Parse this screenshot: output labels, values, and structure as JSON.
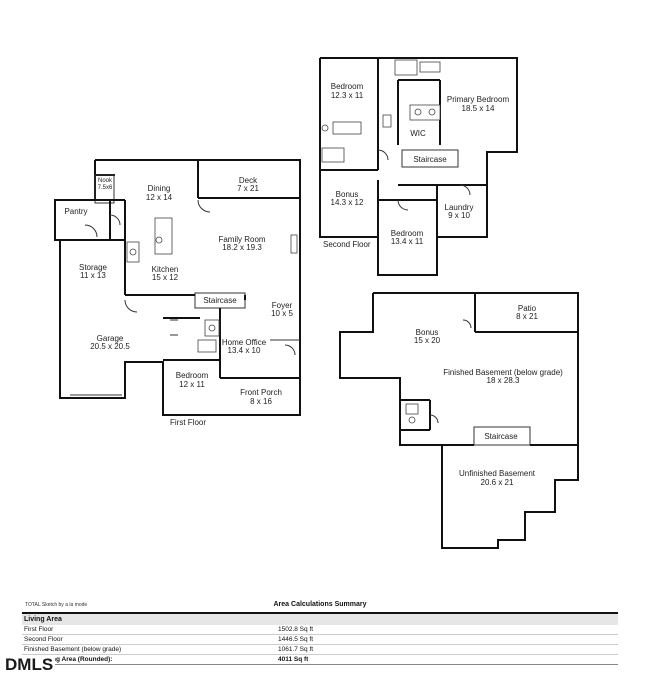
{
  "first_floor": {
    "floor_label": "First Floor",
    "rooms": [
      {
        "name": "Nook",
        "dims": "7.5x6"
      },
      {
        "name": "Dining",
        "dims": "12 x 14"
      },
      {
        "name": "Deck",
        "dims": "7 x 21"
      },
      {
        "name": "Pantry",
        "dims": ""
      },
      {
        "name": "Family Room",
        "dims": "18.2 x 19.3"
      },
      {
        "name": "Storage",
        "dims": "11 x 13"
      },
      {
        "name": "Kitchen",
        "dims": "15 x 12"
      },
      {
        "name": "Staircase",
        "dims": ""
      },
      {
        "name": "Foyer",
        "dims": "10 x 5"
      },
      {
        "name": "Garage",
        "dims": "20.5 x 20.5"
      },
      {
        "name": "Home Office",
        "dims": "13.4 x 10"
      },
      {
        "name": "Bedroom",
        "dims": "12 x 11"
      },
      {
        "name": "Front Porch",
        "dims": "8 x 16"
      }
    ]
  },
  "second_floor": {
    "floor_label": "Second Floor",
    "rooms": [
      {
        "name": "Bedroom",
        "dims": "12.3 x 11"
      },
      {
        "name": "Primary Bedroom",
        "dims": "18.5 x 14"
      },
      {
        "name": "WIC",
        "dims": ""
      },
      {
        "name": "Staircase",
        "dims": ""
      },
      {
        "name": "Bonus",
        "dims": "14.3 x 12"
      },
      {
        "name": "Laundry",
        "dims": "9 x 10"
      },
      {
        "name": "Bedroom",
        "dims": "13.4 x 11"
      }
    ]
  },
  "basement": {
    "rooms": [
      {
        "name": "Patio",
        "dims": "8 x 21"
      },
      {
        "name": "Bonus",
        "dims": "15 x 20"
      },
      {
        "name": "Finished Basement (below grade)",
        "dims": "18 x 28.3"
      },
      {
        "name": "Staircase",
        "dims": ""
      },
      {
        "name": "Unfinished Basement",
        "dims": "20.6 x 21"
      }
    ]
  },
  "summary": {
    "sketch_by": "TOTAL Sketch by a la mode",
    "title": "Area Calculations Summary",
    "section": "Living Area",
    "rows": [
      {
        "name": "First Floor",
        "value": "1502.8 Sq ft"
      },
      {
        "name": "Second Floor",
        "value": "1446.5 Sq ft"
      },
      {
        "name": "Finished Basement (below grade)",
        "value": "1061.7 Sq ft"
      }
    ],
    "total": {
      "name": "Total Living Area (Rounded):",
      "value": "4011 Sq ft"
    }
  },
  "watermark": "DMLS"
}
